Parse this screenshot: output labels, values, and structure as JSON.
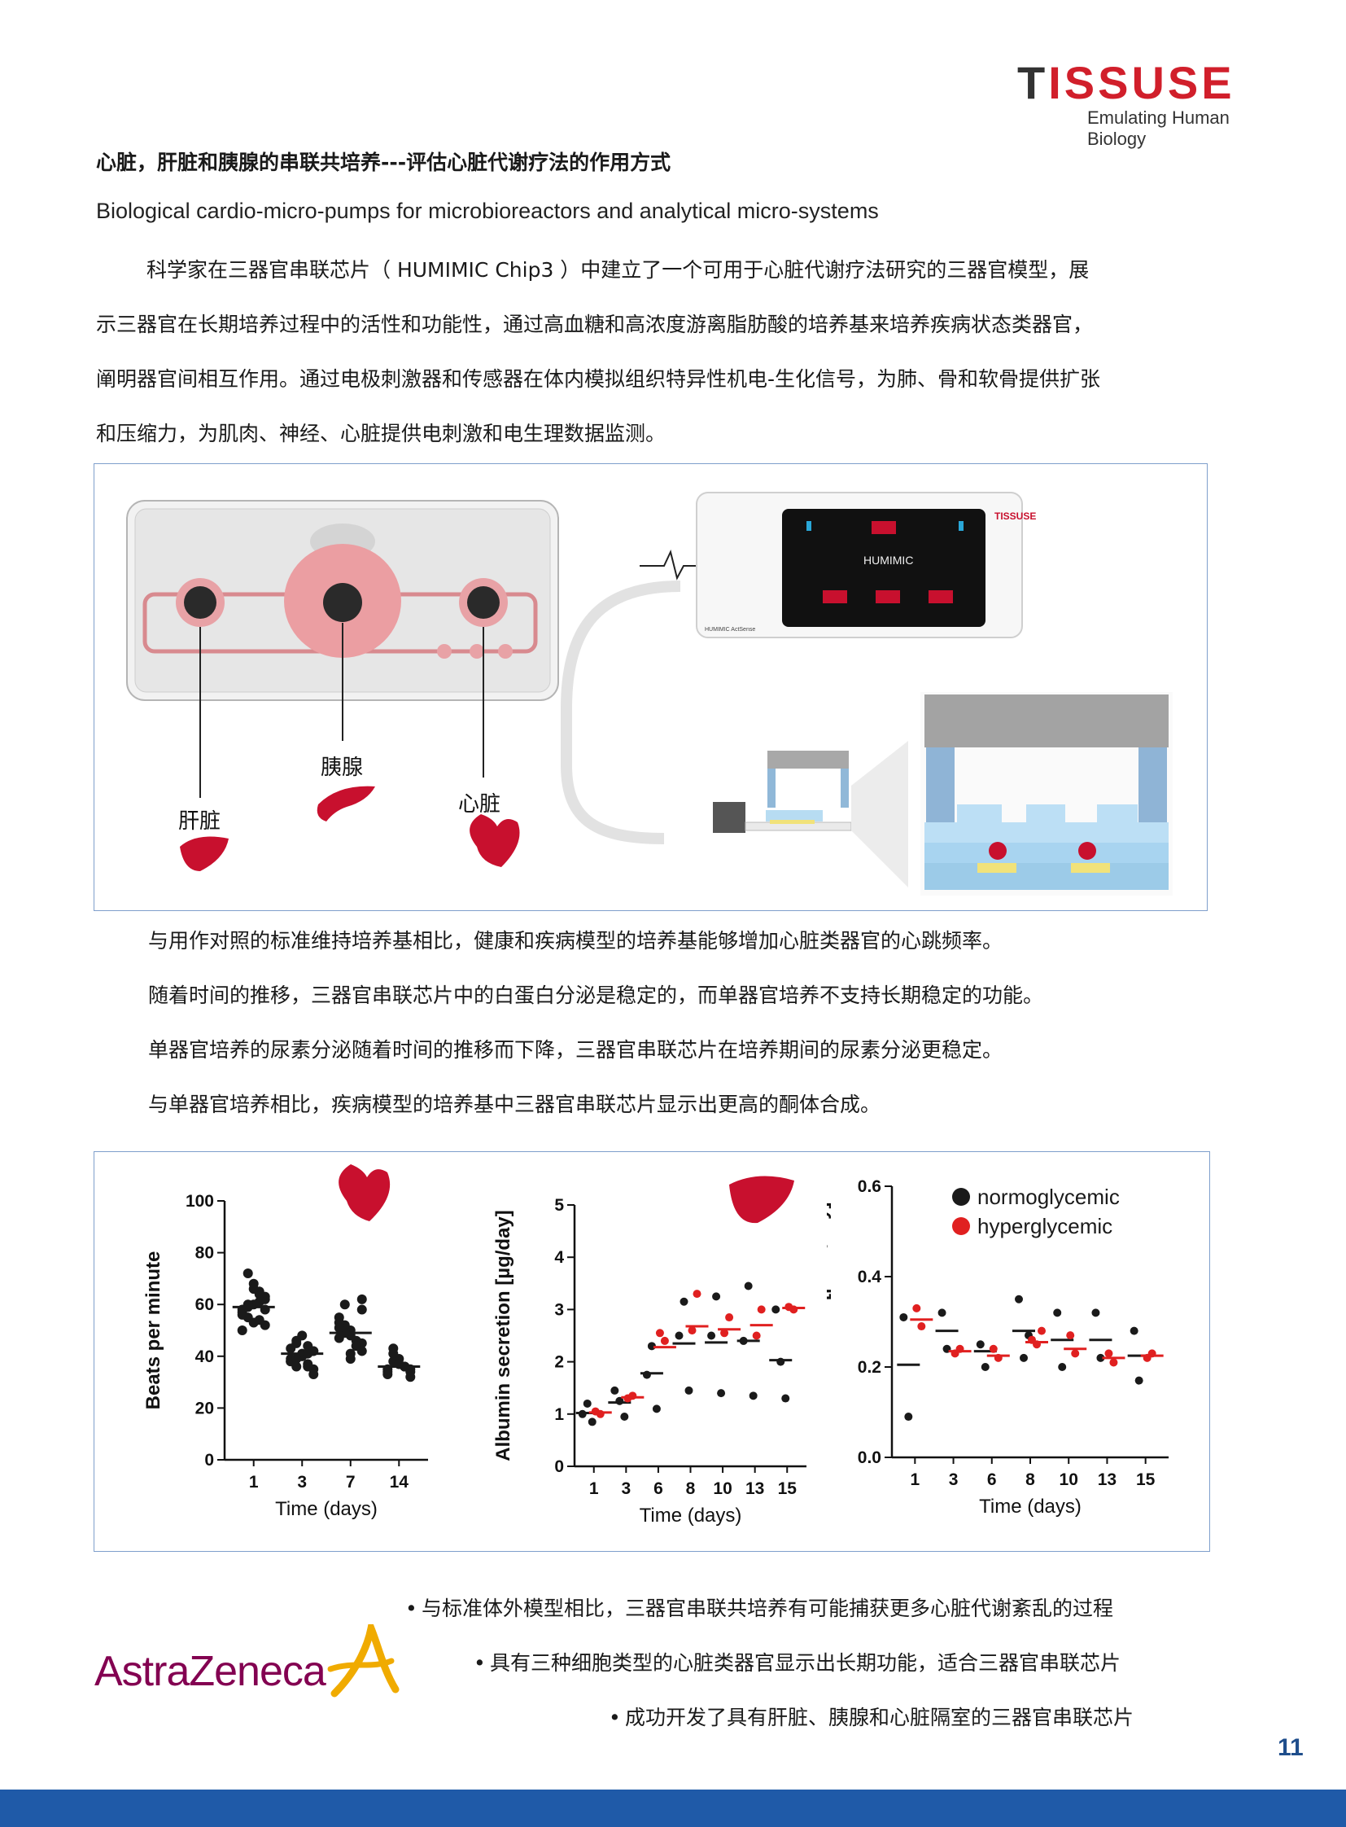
{
  "logo": {
    "pre": "T",
    "mid": "I",
    "post": "SSUSE",
    "tagline": "Emulating Human Biology"
  },
  "title": "心脏，肝脏和胰腺的串联共培养---评估心脏代谢疗法的作用方式",
  "subtitle": "Biological cardio-micro-pumps for microbioreactors and analytical micro-systems",
  "intro_lines": [
    "科学家在三器官串联芯片（ HUMIMIC Chip3 ）中建立了一个可用于心脏代谢疗法研究的三器官模型，展",
    "示三器官在长期培养过程中的活性和功能性，通过高血糖和高浓度游离脂肪酸的培养基来培养疾病状态类器官，",
    "阐明器官间相互作用。通过电极刺激器和传感器在体内模拟组织特异性机电-生化信号，为肺、骨和软骨提供扩张",
    "和压缩力，为肌肉、神经、心脏提供电刺激和电生理数据监测。"
  ],
  "figure1": {
    "labels": {
      "pancreas": "胰腺",
      "liver": "肝脏",
      "heart": "心脏"
    },
    "device": {
      "brand": "HUMIMIC",
      "footer": "HUMIMIC ActSense",
      "logo": "TISSUSE"
    }
  },
  "findings": [
    "与用作对照的标准维持培养基相比，健康和疾病模型的培养基能够增加心脏类器官的心跳频率。",
    "随着时间的推移，三器官串联芯片中的白蛋白分泌是稳定的，而单器官培养不支持长期稳定的功能。",
    "单器官培养的尿素分泌随着时间的推移而下降，三器官串联芯片在培养期间的尿素分泌更稳定。",
    "与单器官培养相比，疾病模型的培养基中三器官串联芯片显示出更高的酮体合成。"
  ],
  "chart_data": [
    {
      "type": "scatter",
      "ylabel": "Beats per minute",
      "xlabel": "Time (days)",
      "categories": [
        "1",
        "3",
        "7",
        "14"
      ],
      "ylim": [
        0,
        100
      ],
      "yticks": [
        0,
        20,
        40,
        60,
        80,
        100
      ],
      "series": [
        {
          "values": [
            [
              58,
              60,
              62,
              55,
              65,
              57,
              53,
              63,
              59,
              61,
              56,
              68,
              52,
              60,
              64,
              50,
              66,
              58,
              72,
              54
            ],
            [
              38,
              40,
              42,
              36,
              44,
              39,
              41,
              35,
              46,
              37,
              43,
              40,
              33,
              45,
              41,
              38,
              48,
              42,
              39,
              36
            ],
            [
              47,
              50,
              45,
              52,
              44,
              55,
              48,
              42,
              60,
              46,
              53,
              41,
              58,
              49,
              44,
              51,
              39,
              62
            ],
            [
              35,
              37,
              34,
              38,
              36,
              33,
              39,
              35,
              41,
              36,
              34,
              37,
              32,
              43,
              36
            ]
          ],
          "means": [
            59,
            41,
            49,
            36
          ]
        }
      ]
    },
    {
      "type": "scatter",
      "ylabel": "Albumin secretion [µg/day]",
      "xlabel": "Time (days)",
      "categories": [
        "1",
        "3",
        "6",
        "8",
        "10",
        "13",
        "15"
      ],
      "ylim": [
        0,
        5
      ],
      "yticks": [
        0,
        1,
        2,
        3,
        4,
        5
      ],
      "series": [
        {
          "values": [
            [
              1.0,
              1.2,
              0.85
            ],
            [
              1.45,
              1.25,
              0.95
            ],
            [
              1.75,
              2.3,
              1.1
            ],
            [
              2.5,
              3.15,
              1.45
            ],
            [
              2.5,
              3.25,
              1.4
            ],
            [
              2.4,
              3.45,
              1.35
            ],
            [
              3.0,
              2.0,
              1.3
            ]
          ],
          "means": [
            1.02,
            1.22,
            1.78,
            2.35,
            2.37,
            2.4,
            2.03
          ]
        },
        {
          "values": [
            [
              1.05,
              1.0
            ],
            [
              1.3,
              1.35
            ],
            [
              2.55,
              2.4
            ],
            [
              2.6,
              3.3
            ],
            [
              2.55,
              2.85
            ],
            [
              2.5,
              3.0
            ],
            [
              3.05,
              3.0
            ]
          ],
          "means": [
            1.03,
            1.32,
            2.28,
            2.68,
            2.62,
            2.7,
            3.03
          ]
        }
      ]
    },
    {
      "type": "scatter",
      "ylabel": "Urea secretion [µmol/day]",
      "xlabel": "Time (days)",
      "categories": [
        "1",
        "3",
        "6",
        "8",
        "10",
        "13",
        "15"
      ],
      "ylim": [
        0,
        0.6
      ],
      "yticks": [
        "0.0",
        "0.2",
        "0.4",
        "0.6"
      ],
      "legend": [
        {
          "name": "normoglycemic",
          "color": "#1a1a1a"
        },
        {
          "name": "hyperglycemic",
          "color": "#e02020"
        }
      ],
      "series": [
        {
          "name": "normoglycemic",
          "values": [
            [
              0.31,
              0.09
            ],
            [
              0.32,
              0.24
            ],
            [
              0.25,
              0.2
            ],
            [
              0.35,
              0.22,
              0.27
            ],
            [
              0.32,
              0.2
            ],
            [
              0.32,
              0.22
            ],
            [
              0.28,
              0.17
            ]
          ],
          "means": [
            0.205,
            0.28,
            0.235,
            0.28,
            0.26,
            0.26,
            0.225
          ]
        },
        {
          "name": "hyperglycemic",
          "values": [
            [
              0.33,
              0.29
            ],
            [
              0.23,
              0.24
            ],
            [
              0.24,
              0.22
            ],
            [
              0.26,
              0.25,
              0.28
            ],
            [
              0.27,
              0.23
            ],
            [
              0.23,
              0.21
            ],
            [
              0.22,
              0.23
            ]
          ],
          "means": [
            0.305,
            0.235,
            0.225,
            0.255,
            0.24,
            0.22,
            0.225
          ]
        }
      ]
    }
  ],
  "colors": {
    "accent": "#c8102e",
    "hyper": "#e02020",
    "normo": "#1a1a1a",
    "border": "#7f9fcc",
    "footer": "#1f5aa8"
  },
  "conclusions": [
    "与标准体外模型相比，三器官串联共培养有可能捕获更多心脏代谢紊乱的过程",
    "具有三种细胞类型的心脏类器官显示出长期功能，适合三器官串联芯片",
    "成功开发了具有肝脏、胰腺和心脏隔室的三器官串联芯片"
  ],
  "partner_logo": "AstraZeneca",
  "page_number": "11"
}
